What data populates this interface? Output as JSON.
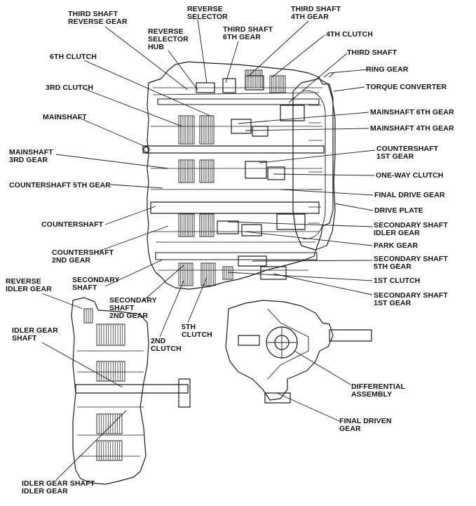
{
  "diagram": {
    "line_color": "#1a1a1a",
    "labels": [
      {
        "id": "third-shaft-reverse-gear",
        "text": "THIRD SHAFT\nREVERSE GEAR"
      },
      {
        "id": "reverse-selector",
        "text": "REVERSE\nSELECTOR"
      },
      {
        "id": "third-shaft-4th-gear",
        "text": "THIRD SHAFT\n4TH GEAR"
      },
      {
        "id": "reverse-selector-hub",
        "text": "REVERSE\nSELECTOR\nHUB"
      },
      {
        "id": "third-shaft-6th-gear",
        "text": "THIRD SHAFT\n6TH GEAR"
      },
      {
        "id": "4th-clutch",
        "text": "4TH CLUTCH"
      },
      {
        "id": "third-shaft",
        "text": "THIRD SHAFT"
      },
      {
        "id": "6th-clutch",
        "text": "6TH CLUTCH"
      },
      {
        "id": "ring-gear",
        "text": "RING GEAR"
      },
      {
        "id": "torque-converter",
        "text": "TORQUE CONVERTER"
      },
      {
        "id": "3rd-clutch",
        "text": "3RD CLUTCH"
      },
      {
        "id": "mainshaft-6th-gear",
        "text": "MAINSHAFT 6TH GEAR"
      },
      {
        "id": "mainshaft",
        "text": "MAINSHAFT"
      },
      {
        "id": "mainshaft-4th-gear",
        "text": "MAINSHAFT 4TH GEAR"
      },
      {
        "id": "countershaft-1st-gear",
        "text": "COUNTERSHAFT\n1ST GEAR"
      },
      {
        "id": "mainshaft-3rd-gear",
        "text": "MAINSHAFT\n3RD GEAR"
      },
      {
        "id": "one-way-clutch",
        "text": "ONE-WAY CLUTCH"
      },
      {
        "id": "countershaft-5th-gear",
        "text": "COUNTERSHAFT 5TH GEAR"
      },
      {
        "id": "final-drive-gear",
        "text": "FINAL DRIVE GEAR"
      },
      {
        "id": "drive-plate",
        "text": "DRIVE PLATE"
      },
      {
        "id": "countershaft",
        "text": "COUNTERSHAFT"
      },
      {
        "id": "secondary-shaft-idler-gear",
        "text": "SECONDARY SHAFT\nIDLER GEAR"
      },
      {
        "id": "park-gear",
        "text": "PARK GEAR"
      },
      {
        "id": "countershaft-2nd-gear",
        "text": "COUNTERSHAFT\n2ND GEAR"
      },
      {
        "id": "secondary-shaft-5th-gear",
        "text": "SECONDARY SHAFT\n5TH GEAR"
      },
      {
        "id": "reverse-idler-gear",
        "text": "REVERSE\nIDLER GEAR"
      },
      {
        "id": "secondary-shaft",
        "text": "SECONDARY\nSHAFT"
      },
      {
        "id": "1st-clutch",
        "text": "1ST CLUTCH"
      },
      {
        "id": "secondary-shaft-2nd-gear",
        "text": "SECONDARY\nSHAFT\n2ND GEAR"
      },
      {
        "id": "secondary-shaft-1st-gear",
        "text": "SECONDARY SHAFT\n1ST GEAR"
      },
      {
        "id": "idler-gear-shaft",
        "text": "IDLER GEAR\nSHAFT"
      },
      {
        "id": "5th-clutch",
        "text": "5TH\nCLUTCH"
      },
      {
        "id": "2nd-clutch",
        "text": "2ND\nCLUTCH"
      },
      {
        "id": "differential-assembly",
        "text": "DIFFERENTIAL\nASSEMBLY"
      },
      {
        "id": "final-driven-gear",
        "text": "FINAL DRIVEN\nGEAR"
      },
      {
        "id": "idler-gear-shaft-idler-gear",
        "text": "IDLER GEAR SHAFT\nIDLER GEAR"
      }
    ]
  }
}
